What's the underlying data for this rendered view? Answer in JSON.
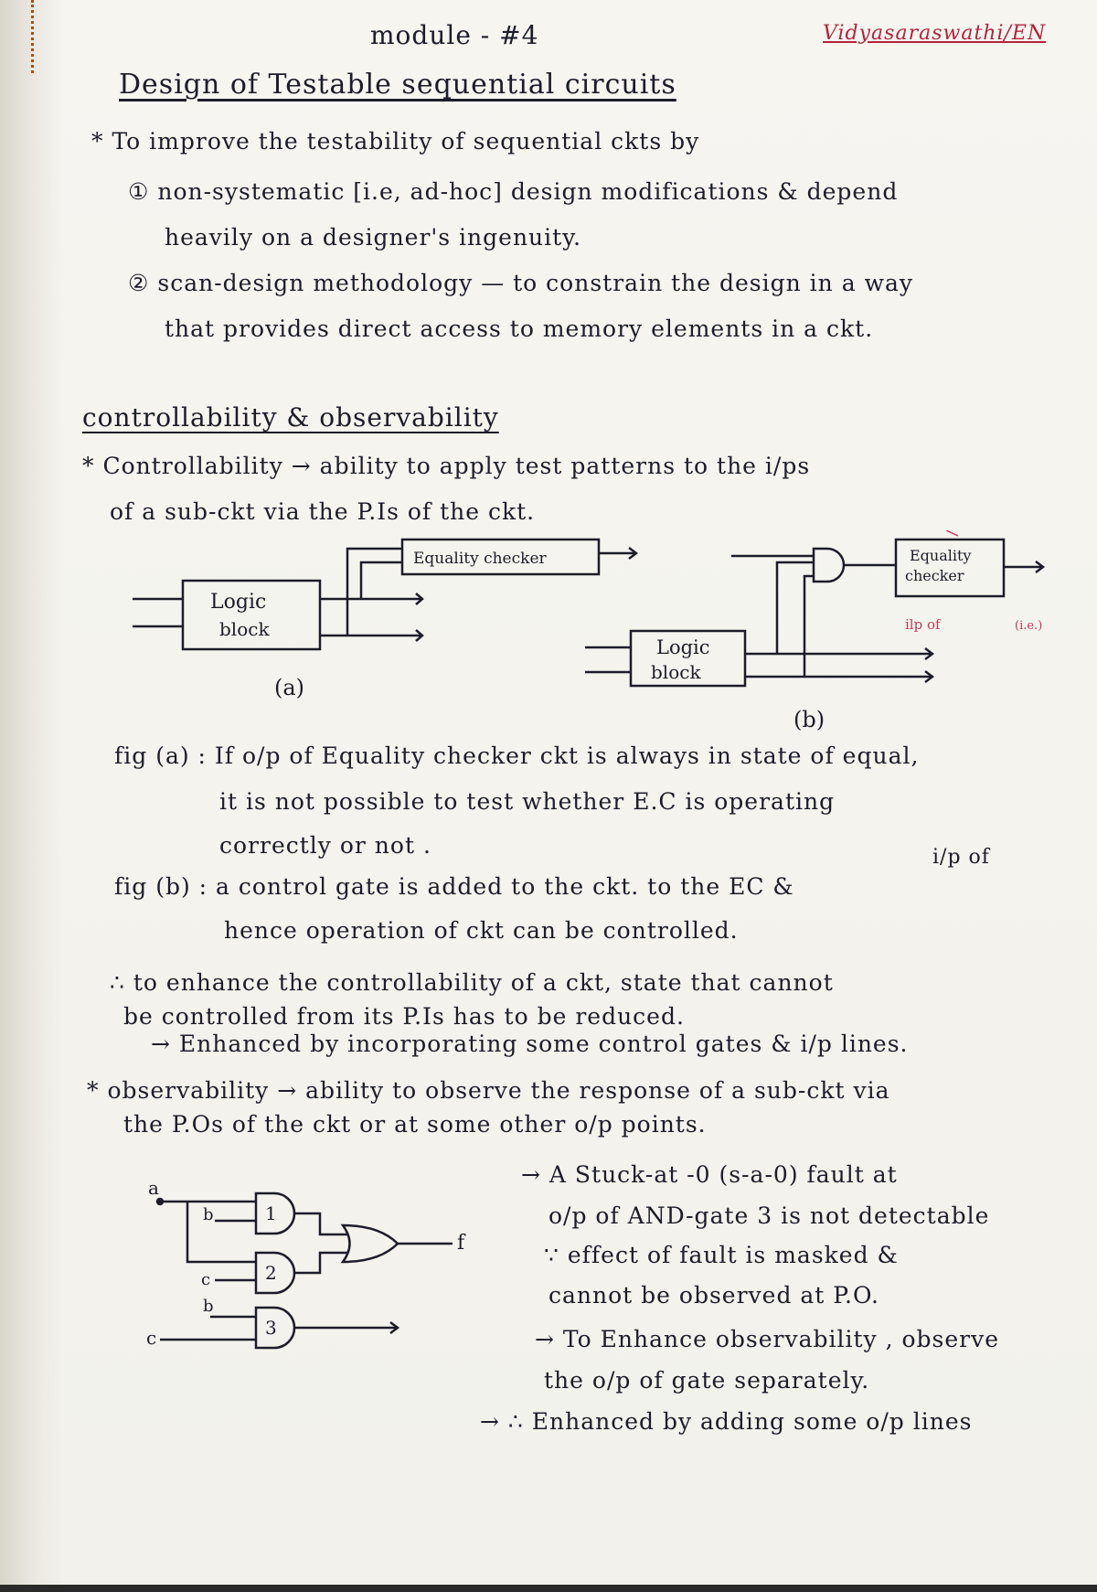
{
  "header": {
    "module": "module - #4",
    "author": "Vidyasaraswathi/EN"
  },
  "title": "Design of Testable sequential circuits",
  "intro": {
    "l1": "* To improve the testability of sequential ckts by",
    "l2": "① non-systematic [i.e, ad-hoc] design modifications & depend",
    "l3": "heavily on a designer's ingenuity.",
    "l4": "② scan-design methodology — to constrain the design in a way",
    "l5": "that provides direct access to memory elements in a ckt."
  },
  "section2": {
    "heading": "controllability & observability",
    "c1": "* Controllability → ability to apply test patterns to the i/ps",
    "c2": "of a sub-ckt via the P.Is of the ckt."
  },
  "fig_ab": {
    "eq_checker_a": "Equality checker",
    "logic_a_1": "Logic",
    "logic_a_2": "block",
    "label_a": "(a)",
    "logic_b_1": "Logic",
    "logic_b_2": "block",
    "eq_checker_b_1": "Equality",
    "eq_checker_b_2": "checker",
    "label_b": "(b)",
    "notes_b": "ilp of",
    "notes_b2": "(i.e.)"
  },
  "figa_text": {
    "l1": "fig (a) : If o/p of Equality checker ckt is always in state of equal,",
    "l2": "it is not possible to test whether E.C is operating",
    "l3": "correctly or not ."
  },
  "figb_text": {
    "note": "i/p of",
    "l1": "fig (b) :  a control gate is added to the ckt. to the EC &",
    "l2": "hence operation of ckt can be controlled."
  },
  "conclusion": {
    "l1": "∴ to enhance the controllability of a ckt, state that cannot",
    "l2": "be controlled from its P.Is has to be reduced.",
    "l3": "→ Enhanced by incorporating some control gates & i/p lines.",
    "l4": "* observability → ability to observe the response of a sub-ckt via",
    "l5": "the P.Os of the ckt or at some other o/p points."
  },
  "gate_fig": {
    "in_a": "a",
    "in_b1": "b",
    "in_c1": "c",
    "in_b2": "b",
    "in_c2": "c",
    "g1": "1",
    "g2": "2",
    "g3": "3",
    "out_f": "f"
  },
  "gate_notes": {
    "l1": "→ A Stuck-at -0 (s-a-0) fault at",
    "l2": "o/p of AND-gate 3  is not detectable",
    "l3": "∵ effect of fault is masked &",
    "l4": "cannot be observed at P.O.",
    "l5": "→ To Enhance observability , observe",
    "l6": "the o/p of gate separately.",
    "l7": "→ ∴ Enhanced by adding some o/p lines"
  }
}
